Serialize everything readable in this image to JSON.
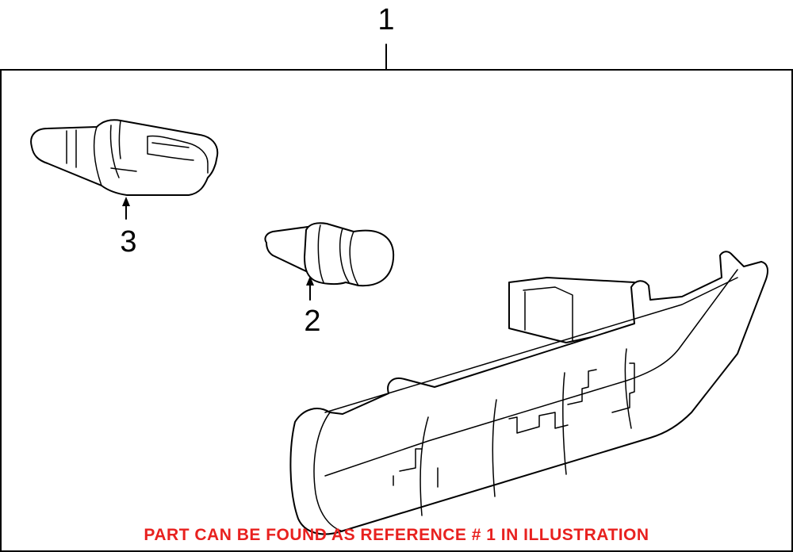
{
  "callouts": {
    "ref1": "1",
    "ref2": "2",
    "ref3": "3"
  },
  "footer": {
    "note": "PART CAN BE FOUND AS REFERENCE # 1 IN ILLUSTRATION"
  },
  "colors": {
    "line": "#000000",
    "background": "#ffffff",
    "note": "#e8211f"
  }
}
